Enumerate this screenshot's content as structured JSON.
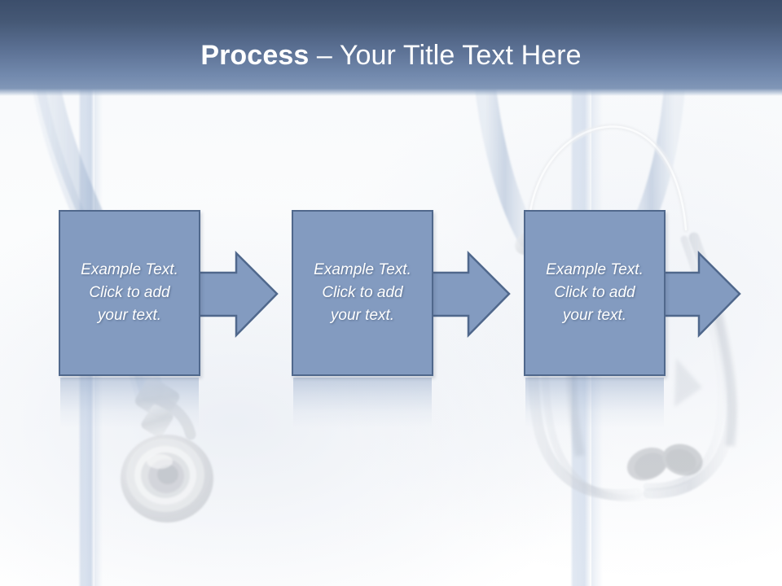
{
  "slide": {
    "title_bold": "Process",
    "title_rest": " – Your Title Text Here",
    "background_description": "stethoscope-photo-watermark",
    "colors": {
      "header_top": "#3c4e6b",
      "header_bottom": "#8096b7",
      "box_fill": "#839bc0",
      "box_border": "#50688c",
      "arrow_fill": "#839bc0",
      "arrow_border": "#50688c",
      "text": "#ffffff"
    }
  },
  "process": {
    "steps": [
      {
        "text": "Example Text.\nClick  to add\nyour text."
      },
      {
        "text": "Example Text.\nClick  to add\nyour text."
      },
      {
        "text": "Example Text.\nClick  to add\nyour text."
      }
    ]
  }
}
